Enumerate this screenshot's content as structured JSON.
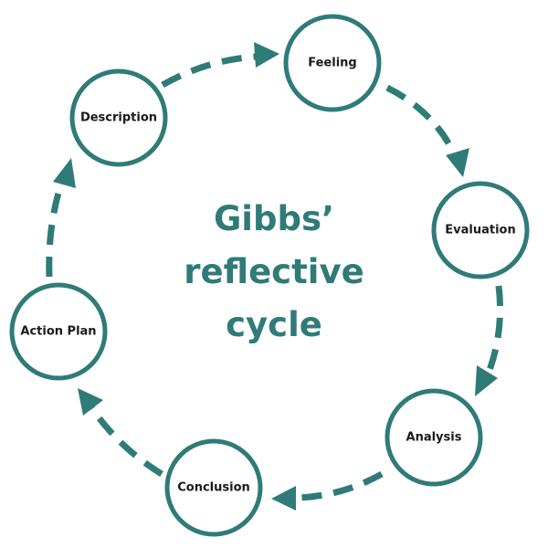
{
  "title": {
    "lines": [
      "Gibbs’",
      "reflective",
      "cycle"
    ]
  },
  "colors": {
    "accent": "#2f7b78",
    "label_text": "#1a1a1a",
    "circle_fill": "#ffffff"
  },
  "stages": [
    {
      "label": "Description"
    },
    {
      "label": "Feeling"
    },
    {
      "label": "Evaluation"
    },
    {
      "label": "Analysis"
    },
    {
      "label": "Conclusion"
    },
    {
      "label": "Action Plan"
    }
  ],
  "flow_direction": "clockwise"
}
